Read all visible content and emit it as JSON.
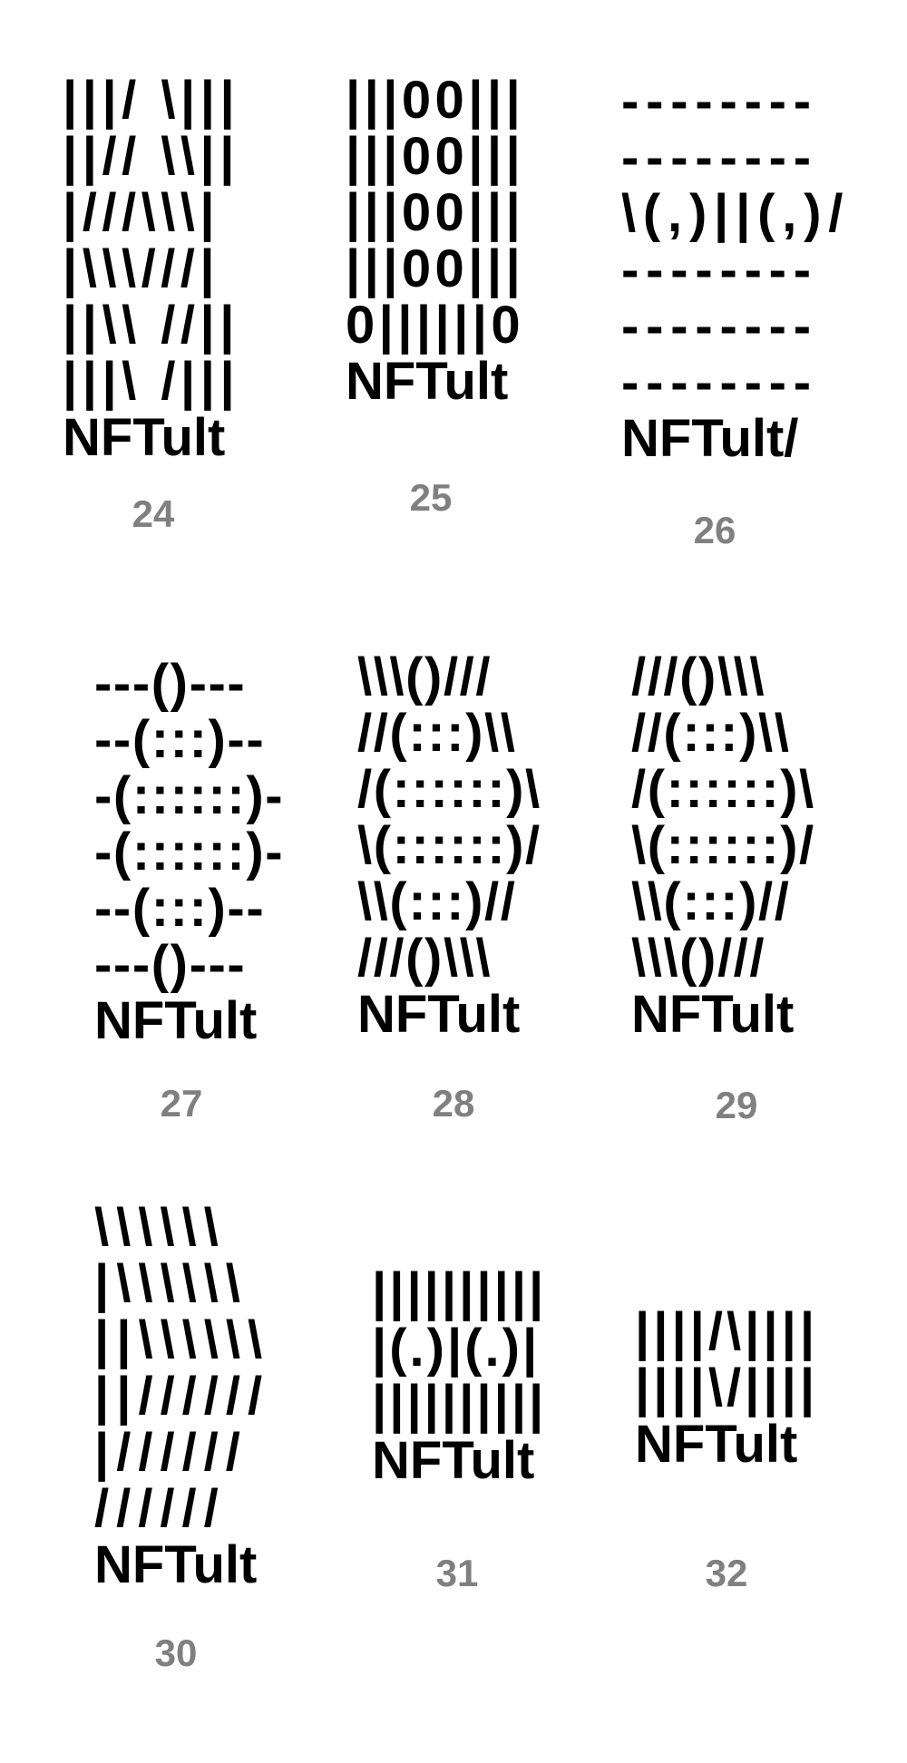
{
  "label_color": "#808080",
  "art_color": "#000000",
  "logos": [
    {
      "number": "24",
      "lines": [
        "|||/ \\|||",
        "||// \\\\||",
        "|///\\\\\\|",
        "|\\\\\\///|",
        "||\\\\ //||",
        "|||\\ /|||"
      ],
      "wordmark": "NFTult"
    },
    {
      "number": "25",
      "lines": [
        "|||00|||",
        "|||00|||",
        "|||00|||",
        "|||00|||",
        "0||||||0"
      ],
      "wordmark": "NFTult"
    },
    {
      "number": "26",
      "lines": [
        "--------",
        "--------",
        "\\(,)||(,)/",
        "--------",
        "--------",
        "--------"
      ],
      "wordmark": "NFTult/"
    },
    {
      "number": "27",
      "lines": [
        "---()---",
        "--(:::)--",
        "-(::::::)-",
        "-(::::::)-",
        "--(:::)--",
        "---()---"
      ],
      "wordmark": "NFTult"
    },
    {
      "number": "28",
      "lines": [
        "\\\\\\()///",
        "//(:::)\\\\",
        "/(::::::)\\",
        "\\(::::::)/",
        "\\\\(:::)//",
        "///()\\\\\\"
      ],
      "wordmark": "NFTult"
    },
    {
      "number": "29",
      "lines": [
        "///()\\\\\\",
        "//(:::)\\\\",
        "/(::::::)\\",
        "\\(::::::)/",
        "\\\\(:::)//",
        "\\\\\\()///"
      ],
      "wordmark": "NFTult"
    },
    {
      "number": "30",
      "lines": [
        "\\\\\\\\\\\\",
        "|\\\\\\\\\\\\",
        "||\\\\\\\\\\\\",
        "||//////",
        "|//////",
        "//////"
      ],
      "wordmark": "NFTult"
    },
    {
      "number": "31",
      "lines": [
        "||||||||||",
        "|(.)|(.)|",
        "||||||||||"
      ],
      "wordmark": "NFTult"
    },
    {
      "number": "32",
      "lines": [
        "||||/\\||||",
        "||||\\/||||"
      ],
      "wordmark": "NFTult"
    }
  ]
}
